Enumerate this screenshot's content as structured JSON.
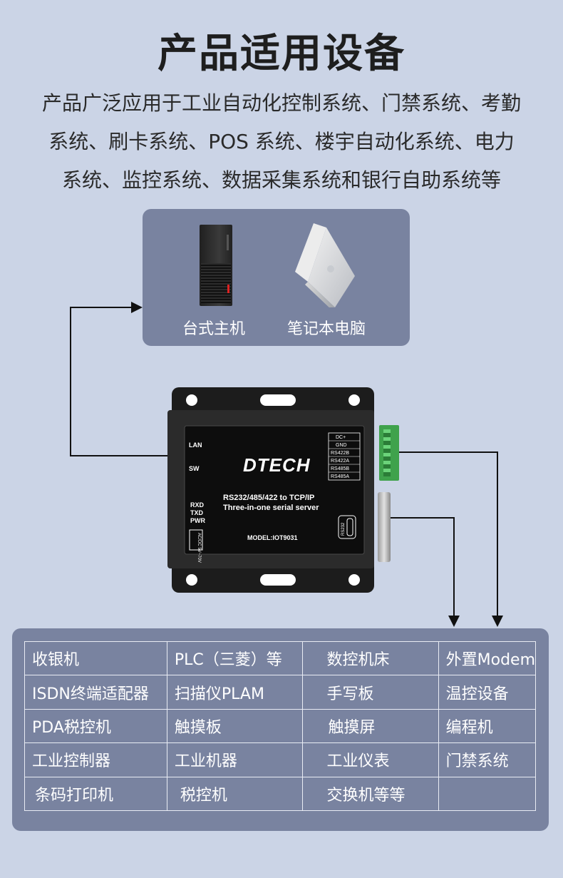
{
  "title": "产品适用设备",
  "description": [
    "产品广泛应用于工业自动化控制系统、门禁系统、考勤",
    "系统、刷卡系统、POS 系统、楼宇自动化系统、电力",
    "系统、监控系统、数据采集系统和银行自助系统等"
  ],
  "top_devices": {
    "desktop_label": "台式主机",
    "laptop_label": "笔记本电脑"
  },
  "device": {
    "brand": "DTECH",
    "port_labels": [
      "DC+",
      "GND",
      "RS422B",
      "RS422A",
      "RS485B",
      "RS485A"
    ],
    "left_labels": [
      "LAN",
      "SW",
      "RXD",
      "TXD",
      "PWR"
    ],
    "power_label": "AC/DC 5V~70V",
    "line1": "RS232/485/422 to TCP/IP",
    "line2": "Three-in-one serial server",
    "model": "MODEL:IOT9031",
    "rs232_label": "RS232"
  },
  "device_table": [
    [
      "收银机",
      "PLC（三菱）等",
      "数控机床",
      "外置Modem"
    ],
    [
      "ISDN终端适配器",
      "扫描仪PLAM",
      "手写板",
      "温控设备"
    ],
    [
      "PDA税控机",
      "触摸板",
      "触摸屏",
      "编程机"
    ],
    [
      "工业控制器",
      "工业机器",
      "工业仪表",
      "门禁系统"
    ],
    [
      "条码打印机",
      "税控机",
      "交换机等等",
      ""
    ]
  ]
}
